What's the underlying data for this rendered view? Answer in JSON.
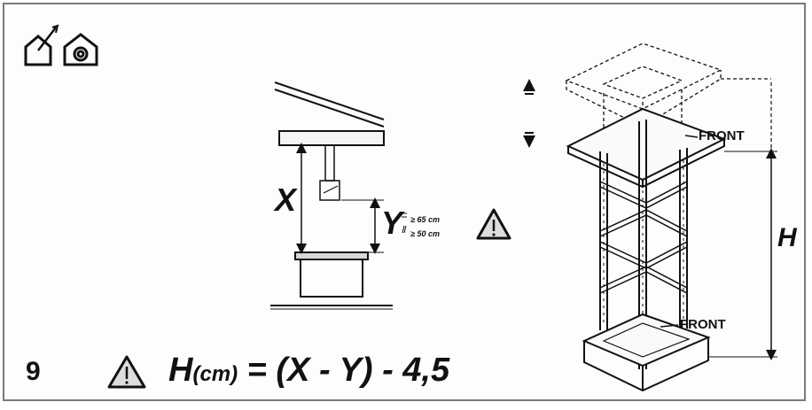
{
  "step": {
    "number": "9"
  },
  "formula": {
    "lhs": "H",
    "unit": "(cm)",
    "rhs": " = (X - Y) - 4,5"
  },
  "labels": {
    "x": "X",
    "y": "Y",
    "h": "H",
    "front_top": "FRONT",
    "front_bottom": "FRONT"
  },
  "distances": {
    "electric": "≥ 65 cm",
    "gas": "≥ 50 cm"
  },
  "icons": {
    "house_chimney": "house-with-flue-icon",
    "house_recirculation": "house-recirculation-icon",
    "warning": "warning-triangle-icon",
    "arrow_up": "arrow-up-icon",
    "arrow_down": "arrow-down-icon",
    "electric": "electric-hob-icon",
    "gas": "gas-hob-icon"
  }
}
